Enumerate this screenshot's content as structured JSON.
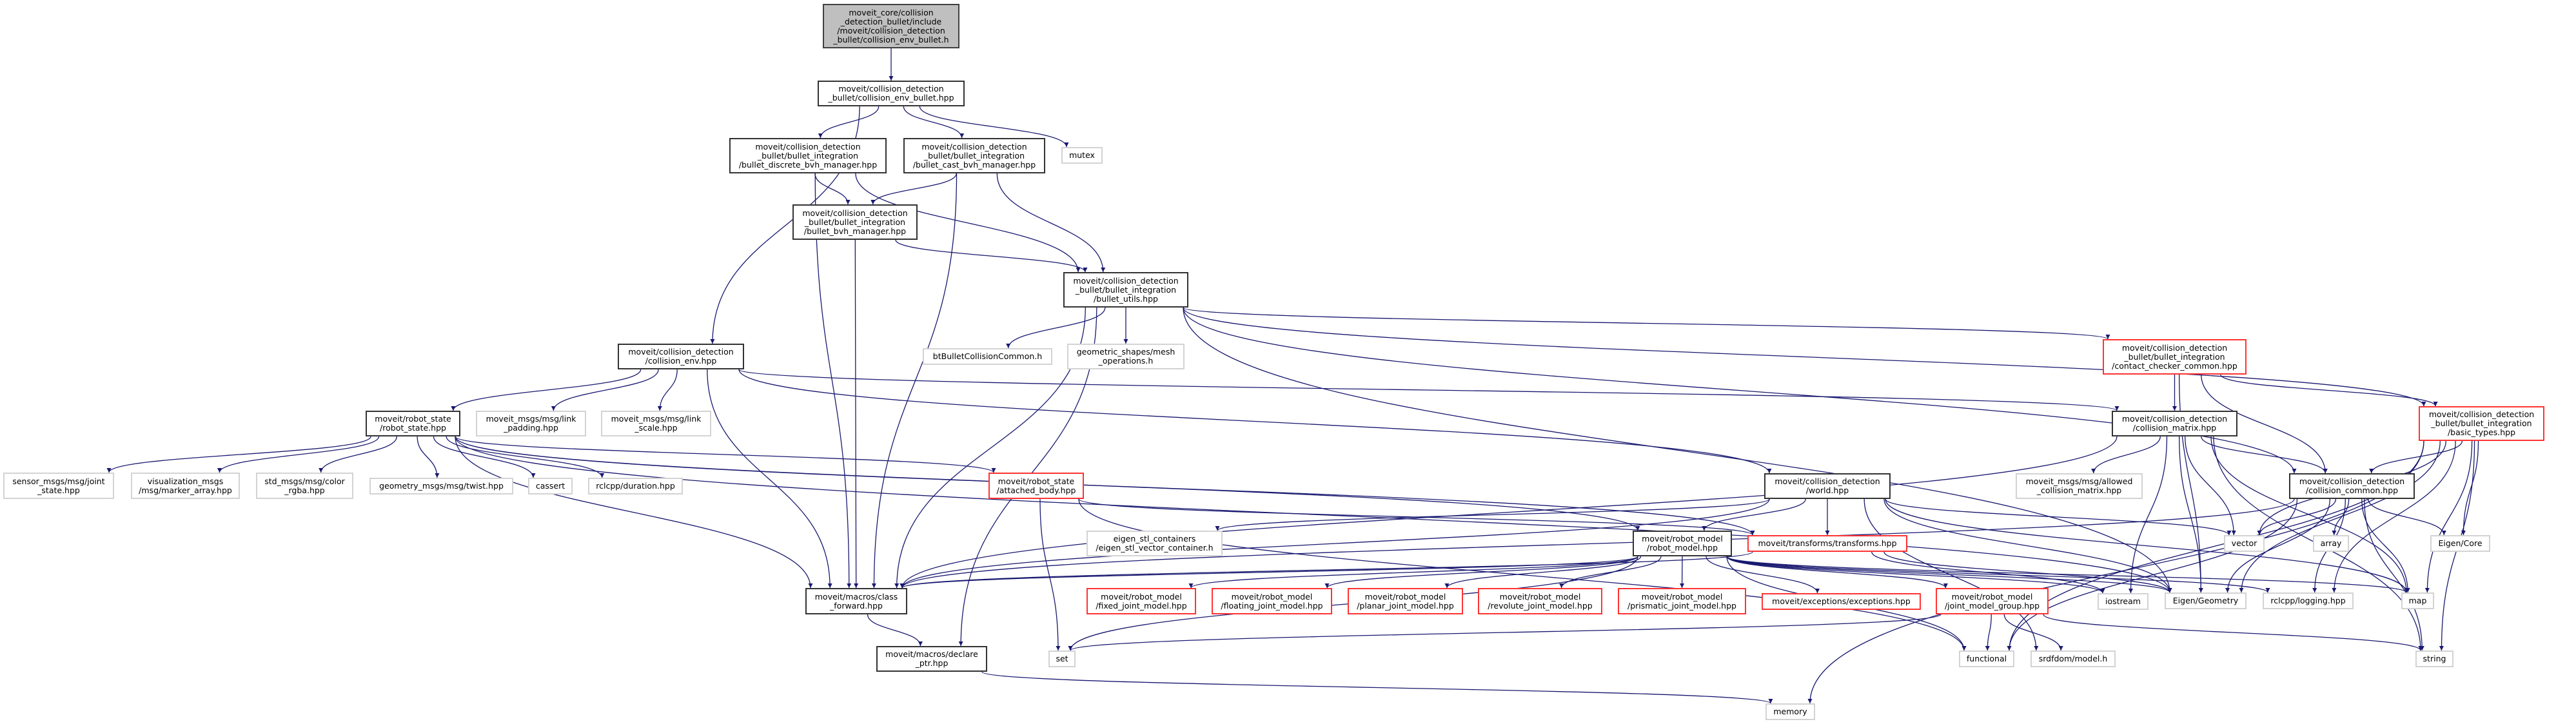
{
  "colors": {
    "edge": "#191970",
    "root_fill": "#bfbfbf",
    "incomplete_border": "#ff0000",
    "external_border": "#d3d3d3",
    "normal_border": "#000000"
  },
  "nodes": [
    {
      "id": "root",
      "kind": "root",
      "label": "moveit_core/collision\n_detection_bullet/include\n/moveit/collision_detection\n_bullet/collision_env_bullet.h"
    },
    {
      "id": "env_bullet",
      "kind": "normal",
      "label": "moveit/collision_detection\n_bullet/collision_env_bullet.hpp"
    },
    {
      "id": "discrete",
      "kind": "normal",
      "label": "moveit/collision_detection\n_bullet/bullet_integration\n/bullet_discrete_bvh_manager.hpp"
    },
    {
      "id": "cast",
      "kind": "normal",
      "label": "moveit/collision_detection\n_bullet/bullet_integration\n/bullet_cast_bvh_manager.hpp"
    },
    {
      "id": "mutex",
      "kind": "ext",
      "label": "mutex"
    },
    {
      "id": "bullet_bvh",
      "kind": "normal",
      "label": "moveit/collision_detection\n_bullet/bullet_integration\n/bullet_bvh_manager.hpp"
    },
    {
      "id": "bullet_utils",
      "kind": "normal",
      "label": "moveit/collision_detection\n_bullet/bullet_integration\n/bullet_utils.hpp"
    },
    {
      "id": "btbullet",
      "kind": "ext",
      "label": "btBulletCollisionCommon.h"
    },
    {
      "id": "geomshapes",
      "kind": "ext",
      "label": "geometric_shapes/mesh\n_operations.h"
    },
    {
      "id": "collision_env",
      "kind": "normal",
      "label": "moveit/collision_detection\n/collision_env.hpp"
    },
    {
      "id": "robot_state",
      "kind": "normal",
      "label": "moveit/robot_state\n/robot_state.hpp"
    },
    {
      "id": "link_padding",
      "kind": "ext",
      "label": "moveit_msgs/msg/link\n_padding.hpp"
    },
    {
      "id": "link_scale",
      "kind": "ext",
      "label": "moveit_msgs/msg/link\n_scale.hpp"
    },
    {
      "id": "sensor",
      "kind": "ext",
      "label": "sensor_msgs/msg/joint\n_state.hpp"
    },
    {
      "id": "viz",
      "kind": "ext",
      "label": "visualization_msgs\n/msg/marker_array.hpp"
    },
    {
      "id": "std_msgs",
      "kind": "ext",
      "label": "std_msgs/msg/color\n_rgba.hpp"
    },
    {
      "id": "twist",
      "kind": "ext",
      "label": "geometry_msgs/msg/twist.hpp"
    },
    {
      "id": "cassert",
      "kind": "ext",
      "label": "cassert"
    },
    {
      "id": "duration",
      "kind": "ext",
      "label": "rclcpp/duration.hpp"
    },
    {
      "id": "attached_body",
      "kind": "red",
      "label": "moveit/robot_state\n/attached_body.hpp"
    },
    {
      "id": "class_forward",
      "kind": "normal",
      "label": "moveit/macros/class\n_forward.hpp"
    },
    {
      "id": "declare_ptr",
      "kind": "normal",
      "label": "moveit/macros/declare\n_ptr.hpp"
    },
    {
      "id": "set",
      "kind": "ext",
      "label": "set"
    },
    {
      "id": "eigen_stl",
      "kind": "ext",
      "label": "eigen_stl_containers\n/eigen_stl_vector_container.h"
    },
    {
      "id": "fixed",
      "kind": "red",
      "label": "moveit/robot_model\n/fixed_joint_model.hpp"
    },
    {
      "id": "floating",
      "kind": "red",
      "label": "moveit/robot_model\n/floating_joint_model.hpp"
    },
    {
      "id": "planar",
      "kind": "red",
      "label": "moveit/robot_model\n/planar_joint_model.hpp"
    },
    {
      "id": "revolute",
      "kind": "red",
      "label": "moveit/robot_model\n/revolute_joint_model.hpp"
    },
    {
      "id": "prismatic",
      "kind": "red",
      "label": "moveit/robot_model\n/prismatic_joint_model.hpp"
    },
    {
      "id": "exceptions",
      "kind": "red",
      "label": "moveit/exceptions/exceptions.hpp"
    },
    {
      "id": "jmg",
      "kind": "red",
      "label": "moveit/robot_model\n/joint_model_group.hpp"
    },
    {
      "id": "world",
      "kind": "normal",
      "label": "moveit/collision_detection\n/world.hpp"
    },
    {
      "id": "robot_model",
      "kind": "normal",
      "label": "moveit/robot_model\n/robot_model.hpp"
    },
    {
      "id": "transforms",
      "kind": "red",
      "label": "moveit/transforms/transforms.hpp"
    },
    {
      "id": "allowed_cm",
      "kind": "ext",
      "label": "moveit_msgs/msg/allowed\n_collision_matrix.hpp"
    },
    {
      "id": "iostream",
      "kind": "ext",
      "label": "iostream"
    },
    {
      "id": "functional",
      "kind": "ext",
      "label": "functional"
    },
    {
      "id": "srdfdom",
      "kind": "ext",
      "label": "srdfdom/model.h"
    },
    {
      "id": "memory",
      "kind": "ext",
      "label": "memory"
    },
    {
      "id": "contact_checker",
      "kind": "red",
      "label": "moveit/collision_detection\n_bullet/bullet_integration\n/contact_checker_common.hpp"
    },
    {
      "id": "collision_matrix",
      "kind": "normal",
      "label": "moveit/collision_detection\n/collision_matrix.hpp"
    },
    {
      "id": "basic_types",
      "kind": "red",
      "label": "moveit/collision_detection\n_bullet/bullet_integration\n/basic_types.hpp"
    },
    {
      "id": "collision_common",
      "kind": "normal",
      "label": "moveit/collision_detection\n/collision_common.hpp"
    },
    {
      "id": "vector",
      "kind": "ext",
      "label": "vector"
    },
    {
      "id": "array",
      "kind": "ext",
      "label": "array"
    },
    {
      "id": "eigen_core",
      "kind": "ext",
      "label": "Eigen/Core"
    },
    {
      "id": "eigen_geometry",
      "kind": "ext",
      "label": "Eigen/Geometry"
    },
    {
      "id": "rclcpp_logging",
      "kind": "ext",
      "label": "rclcpp/logging.hpp"
    },
    {
      "id": "map",
      "kind": "ext",
      "label": "map"
    },
    {
      "id": "string",
      "kind": "ext",
      "label": "string"
    }
  ],
  "edges": [
    [
      "root",
      "env_bullet"
    ],
    [
      "env_bullet",
      "discrete"
    ],
    [
      "env_bullet",
      "cast"
    ],
    [
      "env_bullet",
      "mutex"
    ],
    [
      "env_bullet",
      "collision_env"
    ],
    [
      "discrete",
      "bullet_bvh"
    ],
    [
      "discrete",
      "bullet_utils"
    ],
    [
      "discrete",
      "class_forward"
    ],
    [
      "cast",
      "bullet_bvh"
    ],
    [
      "cast",
      "bullet_utils"
    ],
    [
      "cast",
      "class_forward"
    ],
    [
      "bullet_bvh",
      "bullet_utils"
    ],
    [
      "bullet_bvh",
      "class_forward"
    ],
    [
      "bullet_utils",
      "btbullet"
    ],
    [
      "bullet_utils",
      "geomshapes"
    ],
    [
      "bullet_utils",
      "class_forward"
    ],
    [
      "bullet_utils",
      "declare_ptr"
    ],
    [
      "bullet_utils",
      "contact_checker"
    ],
    [
      "bullet_utils",
      "collision_common"
    ],
    [
      "bullet_utils",
      "basic_types"
    ],
    [
      "bullet_utils",
      "eigen_geometry"
    ],
    [
      "collision_env",
      "robot_state"
    ],
    [
      "collision_env",
      "link_padding"
    ],
    [
      "collision_env",
      "link_scale"
    ],
    [
      "collision_env",
      "class_forward"
    ],
    [
      "collision_env",
      "collision_matrix"
    ],
    [
      "collision_env",
      "world"
    ],
    [
      "robot_state",
      "sensor"
    ],
    [
      "robot_state",
      "viz"
    ],
    [
      "robot_state",
      "std_msgs"
    ],
    [
      "robot_state",
      "twist"
    ],
    [
      "robot_state",
      "cassert"
    ],
    [
      "robot_state",
      "duration"
    ],
    [
      "robot_state",
      "attached_body"
    ],
    [
      "robot_state",
      "robot_model"
    ],
    [
      "robot_state",
      "transforms"
    ],
    [
      "robot_state",
      "class_forward"
    ],
    [
      "robot_state",
      "eigen_geometry"
    ],
    [
      "attached_body",
      "set"
    ],
    [
      "attached_body",
      "functional"
    ],
    [
      "attached_body",
      "transforms"
    ],
    [
      "world",
      "eigen_stl"
    ],
    [
      "world",
      "robot_model"
    ],
    [
      "world",
      "transforms"
    ],
    [
      "world",
      "class_forward"
    ],
    [
      "world",
      "eigen_geometry"
    ],
    [
      "world",
      "vector"
    ],
    [
      "world",
      "map"
    ],
    [
      "world",
      "srdfdom"
    ],
    [
      "robot_model",
      "fixed"
    ],
    [
      "robot_model",
      "floating"
    ],
    [
      "robot_model",
      "planar"
    ],
    [
      "robot_model",
      "revolute"
    ],
    [
      "robot_model",
      "prismatic"
    ],
    [
      "robot_model",
      "exceptions"
    ],
    [
      "robot_model",
      "jmg"
    ],
    [
      "robot_model",
      "class_forward"
    ],
    [
      "robot_model",
      "iostream"
    ],
    [
      "robot_model",
      "eigen_geometry"
    ],
    [
      "robot_model",
      "map"
    ],
    [
      "robot_model",
      "functional"
    ],
    [
      "robot_model",
      "set"
    ],
    [
      "robot_model",
      "rclcpp_logging"
    ],
    [
      "transforms",
      "class_forward"
    ],
    [
      "transforms",
      "eigen_geometry"
    ],
    [
      "transforms",
      "iostream"
    ],
    [
      "jmg",
      "functional"
    ],
    [
      "jmg",
      "srdfdom"
    ],
    [
      "jmg",
      "set"
    ],
    [
      "jmg",
      "string"
    ],
    [
      "contact_checker",
      "collision_matrix"
    ],
    [
      "contact_checker",
      "collision_common"
    ],
    [
      "contact_checker",
      "basic_types"
    ],
    [
      "contact_checker",
      "eigen_geometry"
    ],
    [
      "collision_matrix",
      "allowed_cm"
    ],
    [
      "collision_matrix",
      "collision_common"
    ],
    [
      "collision_matrix",
      "vector"
    ],
    [
      "collision_matrix",
      "iostream"
    ],
    [
      "collision_matrix",
      "map"
    ],
    [
      "collision_matrix",
      "string"
    ],
    [
      "collision_matrix",
      "class_forward"
    ],
    [
      "collision_matrix",
      "eigen_geometry"
    ],
    [
      "collision_common",
      "vector"
    ],
    [
      "collision_common",
      "array"
    ],
    [
      "collision_common",
      "eigen_core"
    ],
    [
      "collision_common",
      "map"
    ],
    [
      "collision_common",
      "string"
    ],
    [
      "collision_common",
      "rclcpp_logging"
    ],
    [
      "collision_common",
      "functional"
    ],
    [
      "collision_common",
      "eigen_geometry"
    ],
    [
      "collision_common",
      "class_forward"
    ],
    [
      "basic_types",
      "collision_common"
    ],
    [
      "basic_types",
      "vector"
    ],
    [
      "basic_types",
      "eigen_core"
    ],
    [
      "basic_types",
      "map"
    ],
    [
      "basic_types",
      "string"
    ],
    [
      "basic_types",
      "functional"
    ],
    [
      "basic_types",
      "memory"
    ],
    [
      "basic_types",
      "rclcpp_logging"
    ],
    [
      "basic_types",
      "eigen_geometry"
    ],
    [
      "class_forward",
      "declare_ptr"
    ],
    [
      "declare_ptr",
      "memory"
    ]
  ]
}
